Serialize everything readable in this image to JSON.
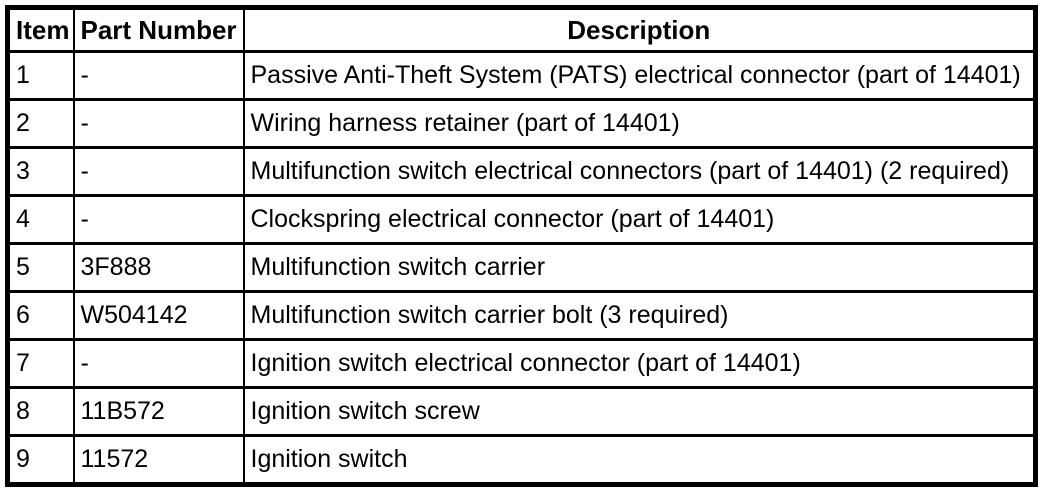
{
  "colors": {
    "border": "#000000",
    "text": "#000000",
    "background": "#ffffff"
  },
  "table": {
    "headers": {
      "item": "Item",
      "part_number": "Part Number",
      "description": "Description"
    },
    "rows": [
      {
        "item": "1",
        "part_number": "-",
        "description": "Passive Anti-Theft System (PATS) electrical connector (part of 14401)"
      },
      {
        "item": "2",
        "part_number": "-",
        "description": "Wiring harness retainer (part of 14401)"
      },
      {
        "item": "3",
        "part_number": "-",
        "description": "Multifunction switch electrical connectors (part of 14401) (2 required)"
      },
      {
        "item": "4",
        "part_number": "-",
        "description": "Clockspring electrical connector (part of 14401)"
      },
      {
        "item": "5",
        "part_number": "3F888",
        "description": "Multifunction switch carrier"
      },
      {
        "item": "6",
        "part_number": "W504142",
        "description": "Multifunction switch carrier bolt (3 required)"
      },
      {
        "item": "7",
        "part_number": "-",
        "description": "Ignition switch electrical connector (part of 14401)"
      },
      {
        "item": "8",
        "part_number": "11B572",
        "description": "Ignition switch screw"
      },
      {
        "item": "9",
        "part_number": "11572",
        "description": "Ignition switch"
      }
    ]
  }
}
